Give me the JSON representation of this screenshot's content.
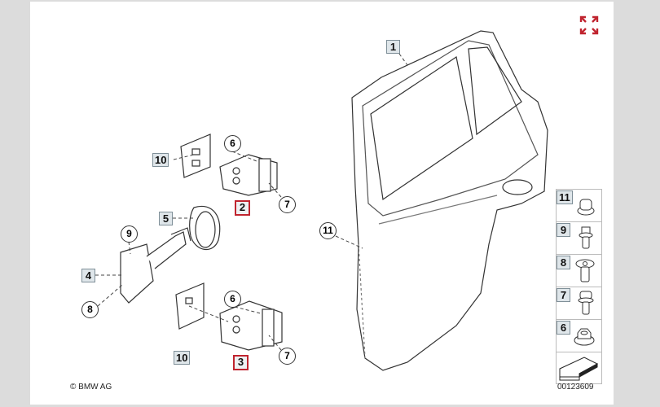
{
  "diagram": {
    "callouts": {
      "door": "1",
      "hinge_upper": "2",
      "hinge_lower": "3",
      "check_strap": "4",
      "buffer": "5",
      "nut_upper": "6",
      "nut_lower": "6",
      "bolt_upper": "7",
      "bolt_lower": "7",
      "screw": "8",
      "bolt_strap": "9",
      "shim_upper": "10",
      "shim_lower": "10",
      "plug": "11"
    },
    "fastener_column": [
      "11",
      "9",
      "8",
      "7",
      "6"
    ],
    "diagram_number": "00123609",
    "copyright": "© BMW AG",
    "highlight_color": "#c0242f"
  },
  "controls": {
    "expand_icon": "expand-icon"
  }
}
